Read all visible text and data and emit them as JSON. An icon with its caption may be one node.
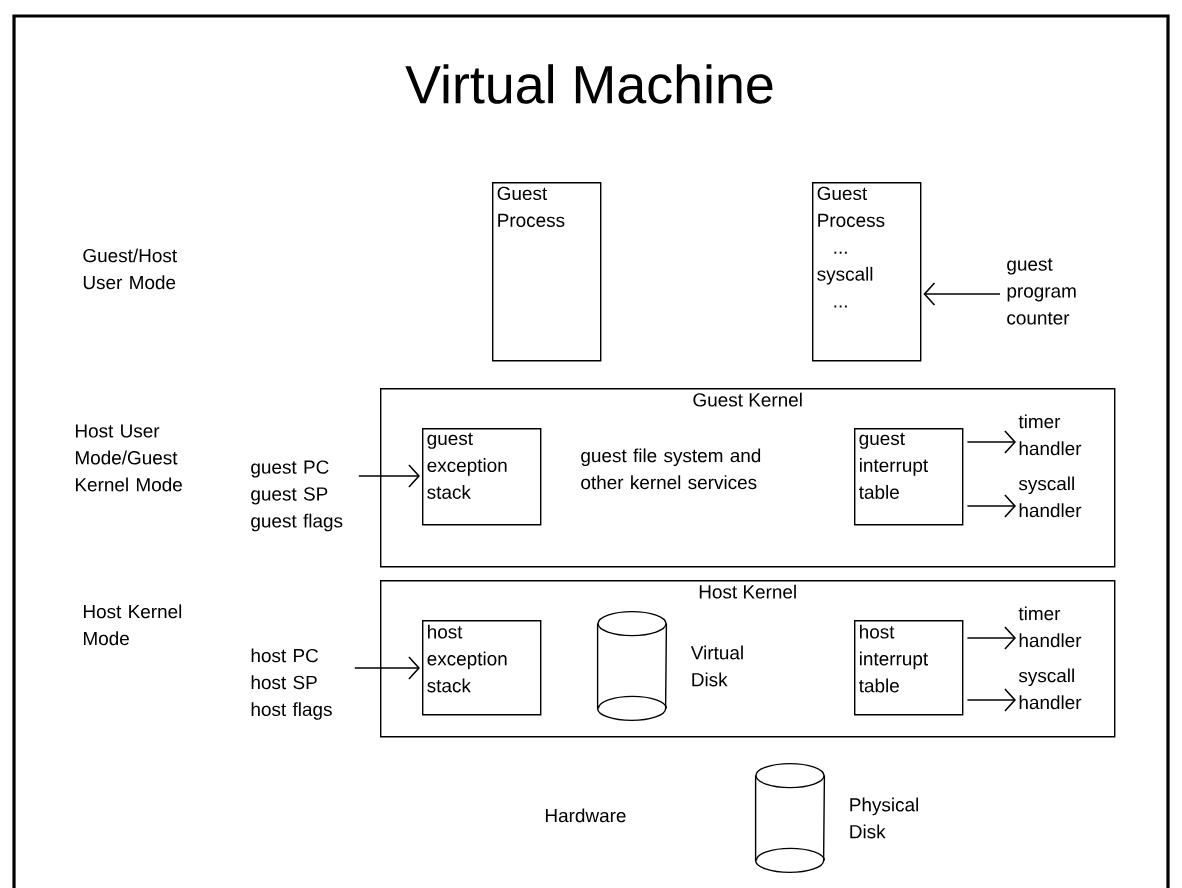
{
  "diagram": {
    "title": "Virtual Machine",
    "nodes": [
      {
        "text": [
          "Guest Process"
        ]
      },
      {
        "text": [
          "Guest Process",
          "...",
          "syscall",
          "..."
        ]
      },
      {
        "text": [
          "guest program counter"
        ]
      },
      {
        "text": [
          "Guest Kernel",
          "guest file system and other kernel services"
        ]
      },
      {
        "text": [
          "guest exception stack"
        ],
        "in": 3
      },
      {
        "text": [
          "guest interrupt table"
        ],
        "in": 3
      },
      {
        "text": [
          "guest PC guest SP guest flags"
        ]
      },
      {
        "text": [
          "timer handler"
        ],
        "in": 3
      },
      {
        "text": [
          "syscall handler"
        ],
        "in": 3
      },
      {
        "text": [
          "Host Kernel"
        ]
      },
      {
        "text": [
          "host exception stack"
        ],
        "in": 9
      },
      {
        "text": [],
        "shape": "cylinder",
        "beside": [
          "Virtual Disk"
        ],
        "in": 9
      },
      {
        "text": [
          "host interrupt table"
        ],
        "in": 9
      },
      {
        "text": [
          "host PC host SP host flags"
        ]
      },
      {
        "text": [
          "timer handler"
        ],
        "in": 9
      },
      {
        "text": [
          "syscall handler"
        ],
        "in": 9
      },
      {
        "text": [],
        "shape": "cylinder",
        "beside": [
          "Physical Disk"
        ]
      }
    ],
    "edges": [
      {
        "from": 2,
        "to": 1,
        "arrow": "to"
      },
      {
        "from": 6,
        "to": 4,
        "arrow": "to"
      },
      {
        "from": 5,
        "to": 7,
        "arrow": "to"
      },
      {
        "from": 5,
        "to": 8,
        "arrow": "to"
      },
      {
        "from": 13,
        "to": 10,
        "arrow": "to"
      },
      {
        "from": 12,
        "to": 14,
        "arrow": "to"
      },
      {
        "from": 12,
        "to": 15,
        "arrow": "to"
      }
    ],
    "labels": [
      "Guest/Host User Mode",
      "Host User Mode/Guest Kernel Mode",
      "Host Kernel Mode",
      "Hardware"
    ]
  }
}
